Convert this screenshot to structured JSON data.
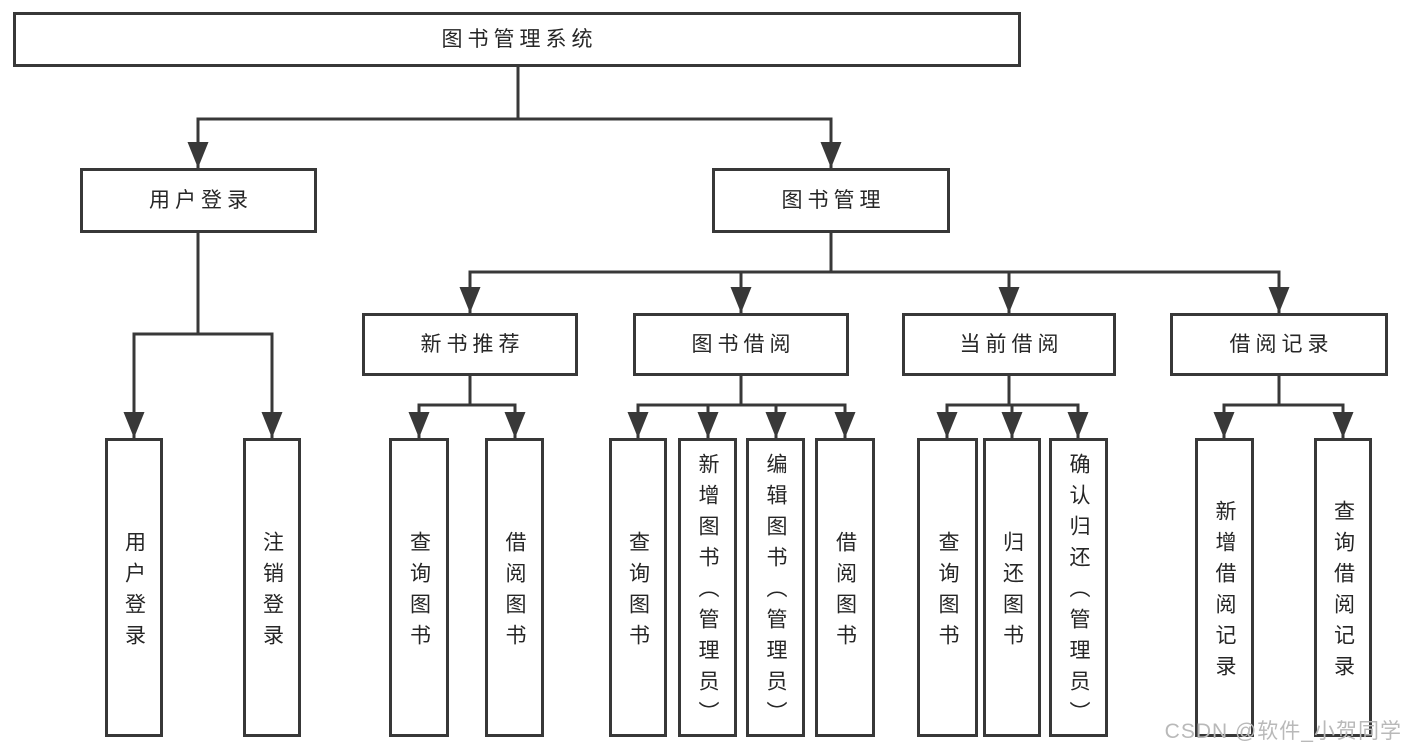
{
  "tree": {
    "root": {
      "label": "图书管理系统"
    },
    "branches": [
      {
        "label": "用户登录",
        "children": [
          {
            "label": "用户登录"
          },
          {
            "label": "注销登录"
          }
        ]
      },
      {
        "label": "图书管理",
        "children": [
          {
            "label": "新书推荐",
            "children": [
              {
                "label": "查询图书"
              },
              {
                "label": "借阅图书"
              }
            ]
          },
          {
            "label": "图书借阅",
            "children": [
              {
                "label": "查询图书"
              },
              {
                "label": "新增图书（管理员）"
              },
              {
                "label": "编辑图书（管理员）"
              },
              {
                "label": "借阅图书"
              }
            ]
          },
          {
            "label": "当前借阅",
            "children": [
              {
                "label": "查询图书"
              },
              {
                "label": "归还图书"
              },
              {
                "label": "确认归还（管理员）"
              }
            ]
          },
          {
            "label": "借阅记录",
            "children": [
              {
                "label": "新增借阅记录"
              },
              {
                "label": "查询借阅记录"
              }
            ]
          }
        ]
      }
    ]
  },
  "colors": {
    "line": "#383838",
    "text": "#262626",
    "background": "#ffffff",
    "watermark": "#b9b9b9"
  },
  "watermark": {
    "text": "CSDN @软件_小贺同学"
  }
}
